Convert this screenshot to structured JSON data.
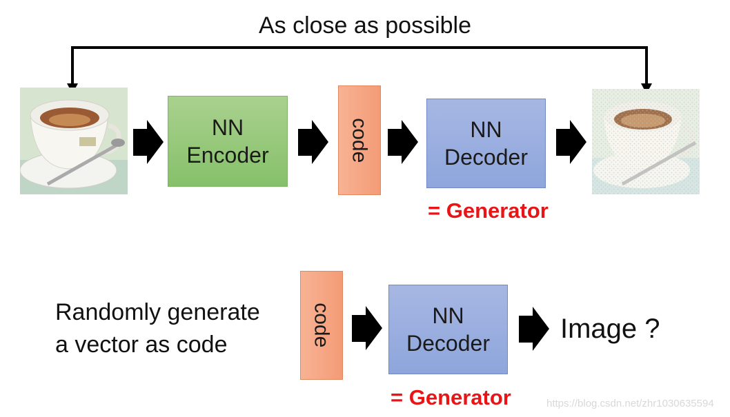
{
  "top_caption": "As close as possible",
  "encoder": {
    "line1": "NN",
    "line2": "Encoder"
  },
  "decoder_top": {
    "line1": "NN",
    "line2": "Decoder"
  },
  "decoder_bottom": {
    "line1": "NN",
    "line2": "Decoder"
  },
  "code_label_top": "code",
  "code_label_bottom": "code",
  "generator_label_top": "= Generator",
  "generator_label_bottom": "= Generator",
  "random_text": {
    "line1": "Randomly generate",
    "line2": "a vector as code"
  },
  "output_text": "Image ?",
  "watermark": "https://blog.csdn.net/zhr1030635594",
  "colors": {
    "encoder": "#a9d18e",
    "decoder": "#8ea6dc",
    "code": "#f4a582",
    "generator": "#e81416",
    "arrows": "#000000"
  },
  "icons": [
    "coffee-cup-input-image",
    "coffee-cup-output-image",
    "right-arrow-icon"
  ]
}
